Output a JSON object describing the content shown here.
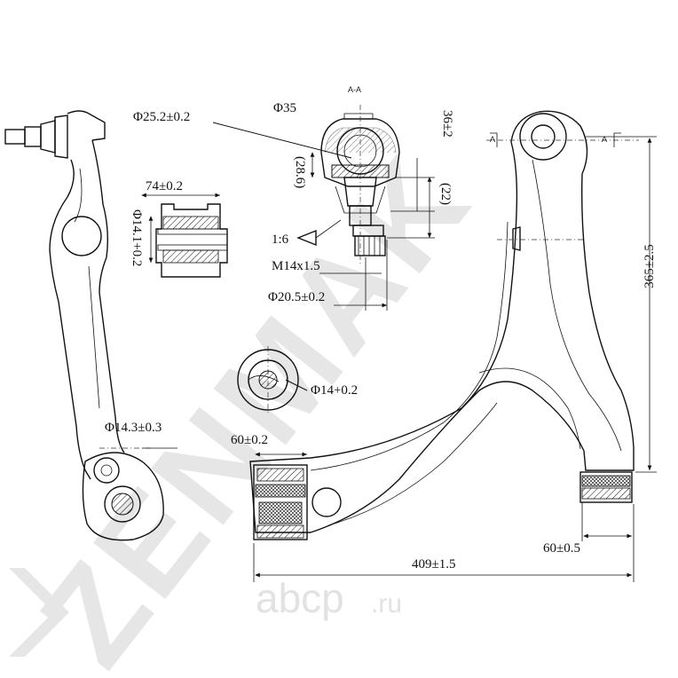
{
  "watermark": {
    "brand": "ZENMAK",
    "site": "abcp",
    "site_suffix": ".ru"
  },
  "section_label": "A-A",
  "section_marker_left": "A",
  "section_marker_right": "A",
  "dimensions": {
    "phi25": "Φ25.2±0.2",
    "phi35": "Φ35",
    "d36": "36±2",
    "d22": "(22)",
    "d286": "(28.6)",
    "taper": "1:6",
    "thread": "M14x1.5",
    "phi205": "Φ20.5±0.2",
    "d74": "74±0.2",
    "phi141": "Φ14.1+0.2",
    "phi14": "Φ14+0.2",
    "phi143": "Φ14.3±0.3",
    "d60a": "60±0.2",
    "d365": "365±2.5",
    "d60b": "60±0.5",
    "d409": "409±1.5"
  }
}
